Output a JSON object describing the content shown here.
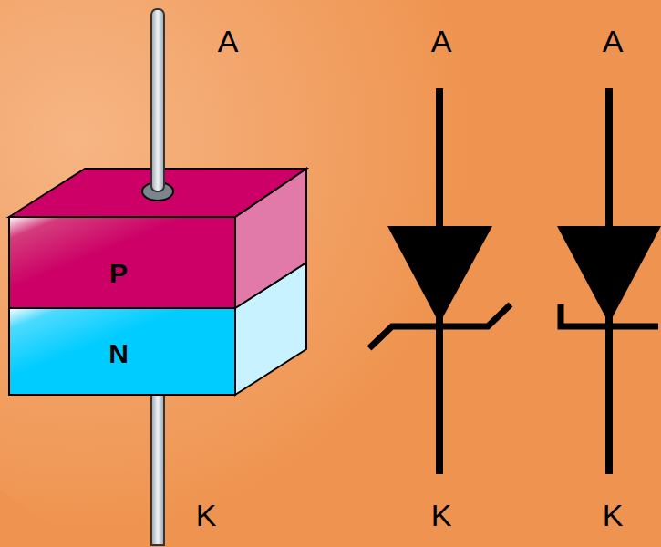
{
  "diagram": {
    "labels": [
      "A",
      "A",
      "A",
      "P",
      "N",
      "K",
      "K",
      "K"
    ]
  }
}
